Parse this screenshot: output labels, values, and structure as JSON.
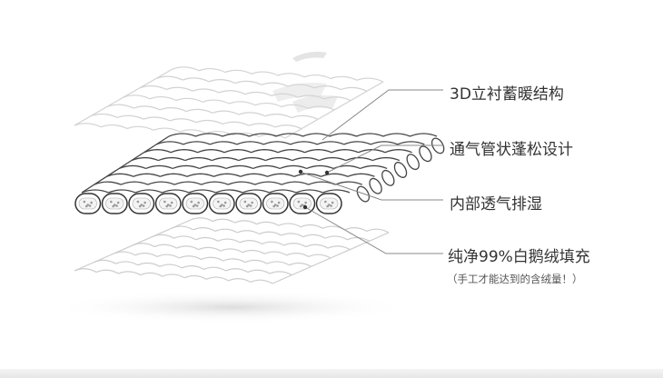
{
  "diagram": {
    "labels": [
      {
        "id": "l0",
        "text": "3D立衬蓄暖结构"
      },
      {
        "id": "l1",
        "text": "通气管状蓬松设计"
      },
      {
        "id": "l2",
        "text": "内部透气排湿"
      },
      {
        "id": "l3",
        "text": "纯净99%白鹅绒填充"
      },
      {
        "id": "l4",
        "text": "（手工才能达到的含绒量！）"
      }
    ]
  }
}
